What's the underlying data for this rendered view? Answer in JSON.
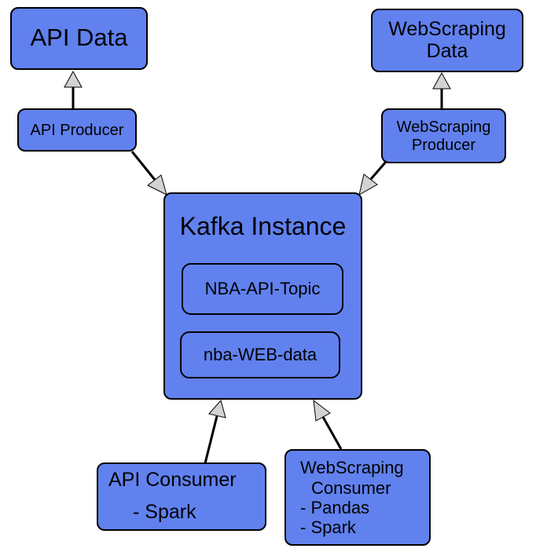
{
  "colors": {
    "box_fill": "#6181ee",
    "arrowhead_fill": "#d3d3d3",
    "stroke": "#000000"
  },
  "nodes": {
    "api_data": {
      "label": "API Data"
    },
    "web_data": {
      "line1": "WebScraping",
      "line2": "Data"
    },
    "api_producer": {
      "label": "API Producer"
    },
    "web_producer": {
      "line1": "WebScraping",
      "line2": "Producer"
    },
    "kafka": {
      "title": "Kafka Instance",
      "topics": [
        "NBA-API-Topic",
        "nba-WEB-data"
      ]
    },
    "api_consumer": {
      "line1": "API Consumer",
      "line2": "- Spark"
    },
    "web_consumer": {
      "line1": "WebScraping",
      "line2": "Consumer",
      "line3": "- Pandas",
      "line4": "- Spark"
    }
  }
}
